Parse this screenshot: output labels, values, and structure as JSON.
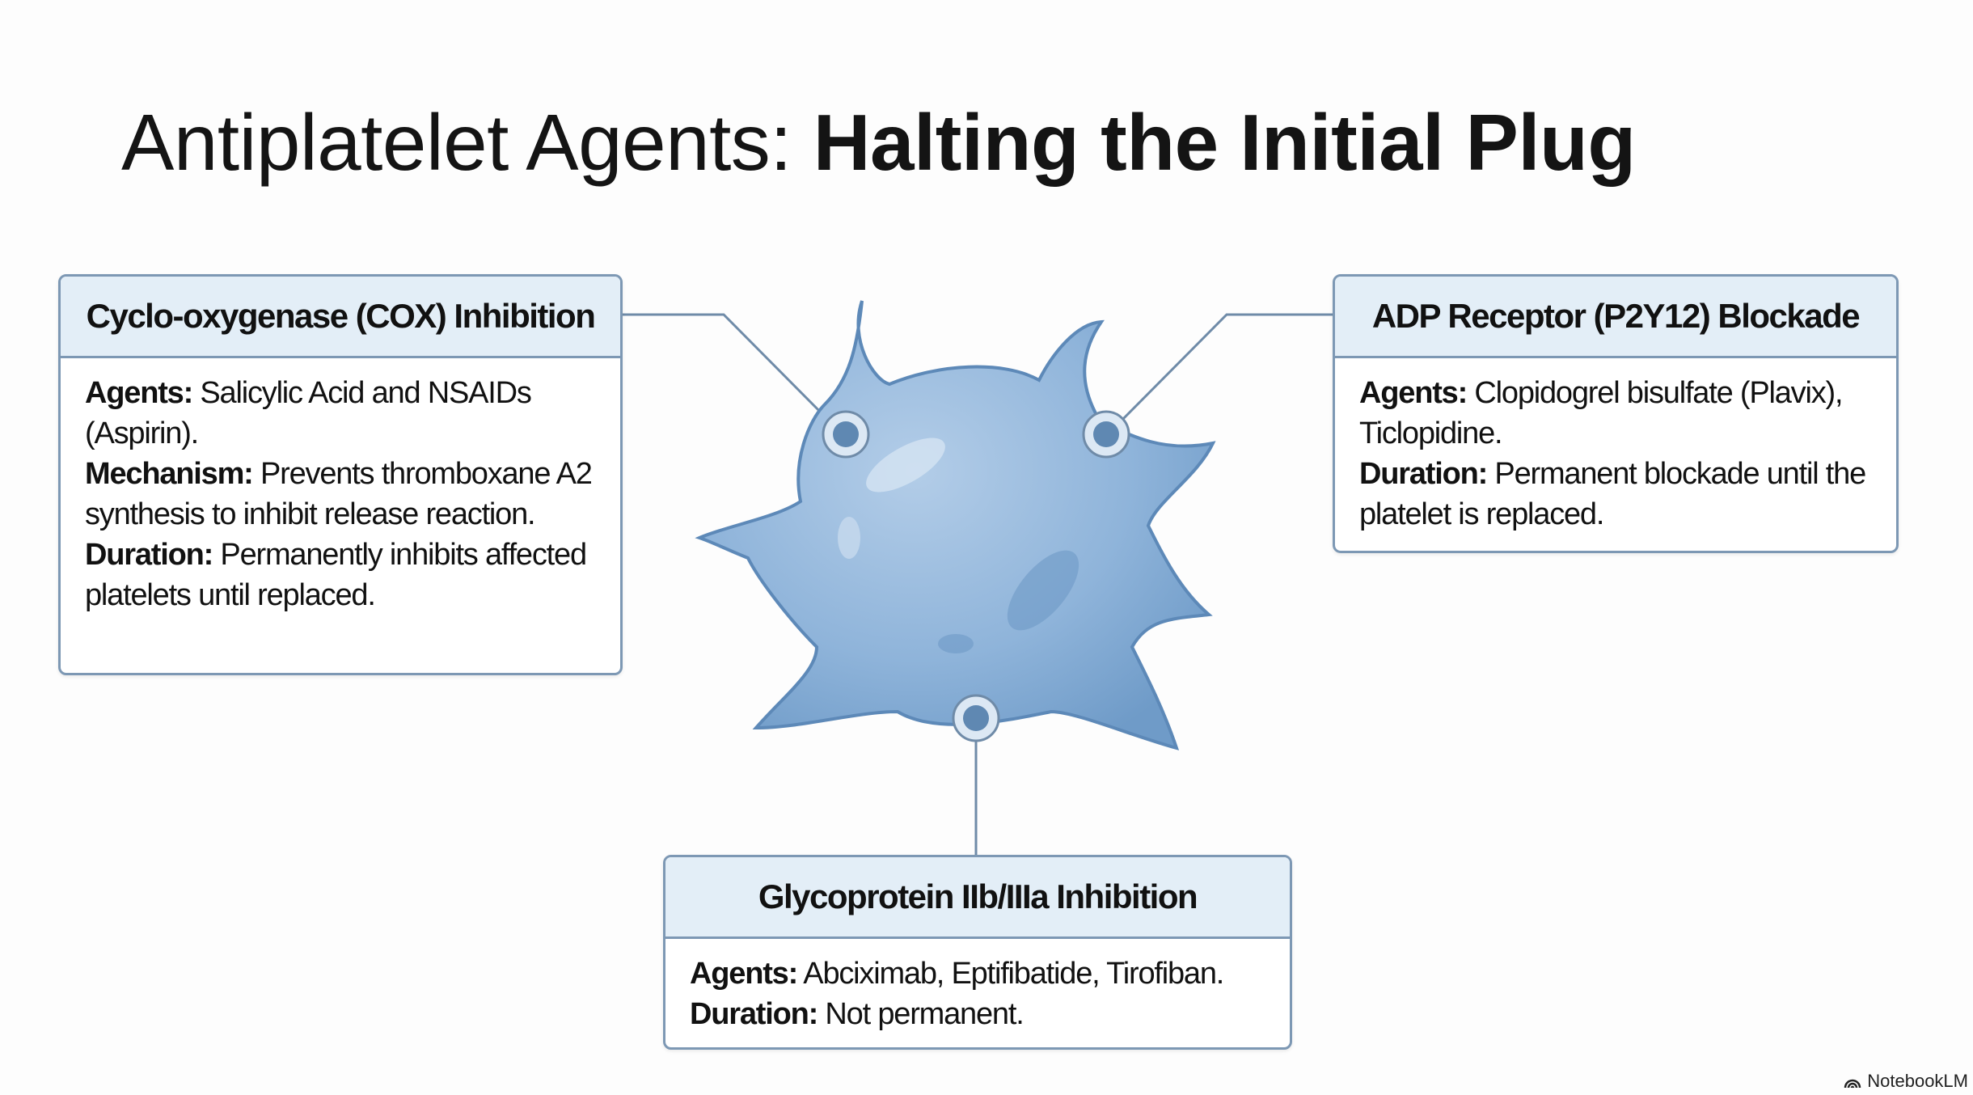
{
  "title": {
    "part1": "Antiplatelet Agents: ",
    "part2": "Halting the Initial Plug"
  },
  "boxes": {
    "cox": {
      "heading": "Cyclo-oxygenase (COX) Inhibition",
      "agents_label": "Agents:",
      "agents": " Salicylic Acid and NSAIDs (Aspirin).",
      "mechanism_label": "Mechanism:",
      "mechanism": " Prevents thromboxane A2 synthesis to inhibit release reaction.",
      "duration_label": "Duration:",
      "duration": " Permanently inhibits affected platelets until replaced."
    },
    "adp": {
      "heading": "ADP Receptor (P2Y12) Blockade",
      "agents_label": "Agents:",
      "agents": " Clopidogrel bisulfate (Plavix), Ticlopidine.",
      "duration_label": "Duration:",
      "duration": " Permanent blockade until the platelet is replaced."
    },
    "gp": {
      "heading": "Glycoprotein IIb/IIIa Inhibition",
      "agents_label": "Agents:",
      "agents": " Abciximab, Eptifibatide, Tirofiban.",
      "duration_label": "Duration:",
      "duration": " Not permanent."
    }
  },
  "watermark": "NotebookLM",
  "colors": {
    "box_border": "#7d98b4",
    "header_fill": "#e3eef7",
    "platelet": "#8fb4da",
    "connector": "#6f8ba8"
  }
}
